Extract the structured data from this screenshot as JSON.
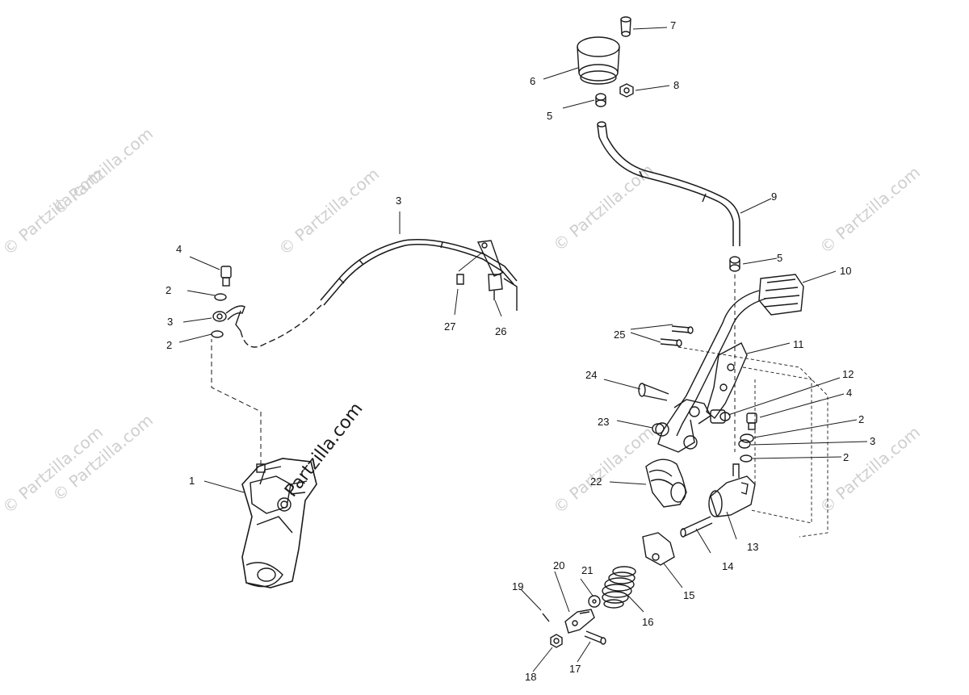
{
  "watermark": {
    "text": "© Partzilla.com"
  },
  "center_watermark": {
    "text": "Partzilla.com"
  },
  "part_labels": [
    "1",
    "2",
    "3",
    "4",
    "2",
    "3",
    "27",
    "26",
    "7",
    "6",
    "8",
    "5",
    "9",
    "5",
    "10",
    "11",
    "25",
    "24",
    "12",
    "4",
    "23",
    "2",
    "3",
    "2",
    "22",
    "13",
    "14",
    "15",
    "16",
    "21",
    "20",
    "19",
    "18",
    "17"
  ]
}
